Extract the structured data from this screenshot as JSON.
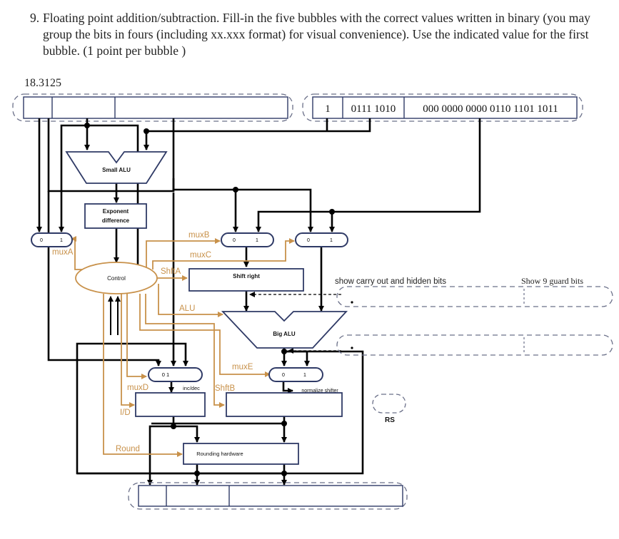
{
  "question": {
    "number": "9.",
    "text": "Floating point addition/subtraction. Fill-in the five bubbles with the correct values written in binary (you may group the bits in fours (including xx.xxx format) for visual convenience). Use the indicated value for the first bubble. (1 point per bubble )"
  },
  "first_value": "18.3125",
  "second_value": {
    "sign": "1",
    "exponent": "0111 1010",
    "fraction": "000 0000 0000 0110 1101 1011"
  },
  "blocks": {
    "small_alu": "Small ALU",
    "exponent_difference": [
      "Exponent",
      "difference"
    ],
    "control": "Control",
    "shift_right": "Shift right",
    "big_alu": "Big ALU",
    "inc_dec": "inc/dec",
    "normalize_shifter": "normalize shifter",
    "rounding_hardware": "Rounding hardware",
    "rs": "RS"
  },
  "mux_inputs": {
    "zero": "0",
    "one": "1",
    "mux_d": "0 1"
  },
  "signals": {
    "muxA": "muxA",
    "muxB": "muxB",
    "muxC": "muxC",
    "shftA": "ShftA",
    "alu": "ALU",
    "muxD": "muxD",
    "muxE": "muxE",
    "shftB": "ShftB",
    "id": "I/D",
    "round": "Round"
  },
  "annotations": {
    "carry_hidden": "show carry out and hidden bits",
    "guard_bits": "Show 9 guard bits"
  },
  "colors": {
    "wire": "#000000",
    "control_wire": "#c8914a",
    "block_border": "#2f3a66",
    "bubble_dash": "#6b7089"
  }
}
